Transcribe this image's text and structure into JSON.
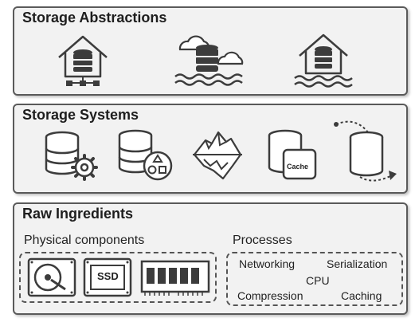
{
  "panels": {
    "abstractions": {
      "title": "Storage Abstractions",
      "icons": [
        "data-warehouse-icon",
        "data-lake-icon",
        "data-lakehouse-icon"
      ]
    },
    "systems": {
      "title": "Storage Systems",
      "icons": [
        "database-settings-icon",
        "database-shapes-icon",
        "iceberg-icon",
        "cache-icon",
        "cylinder-move-icon"
      ],
      "cache_label": "Cache"
    },
    "raw": {
      "title": "Raw Ingredients",
      "physical_label": "Physical components",
      "processes_label": "Processes",
      "ssd_label": "SSD",
      "processes": {
        "networking": "Networking",
        "serialization": "Serialization",
        "cpu": "CPU",
        "compression": "Compression",
        "caching": "Caching"
      }
    }
  },
  "colors": {
    "panel_bg": "#f2f2f2",
    "border": "#5a5a5a",
    "icon": "#3c3c3c"
  }
}
